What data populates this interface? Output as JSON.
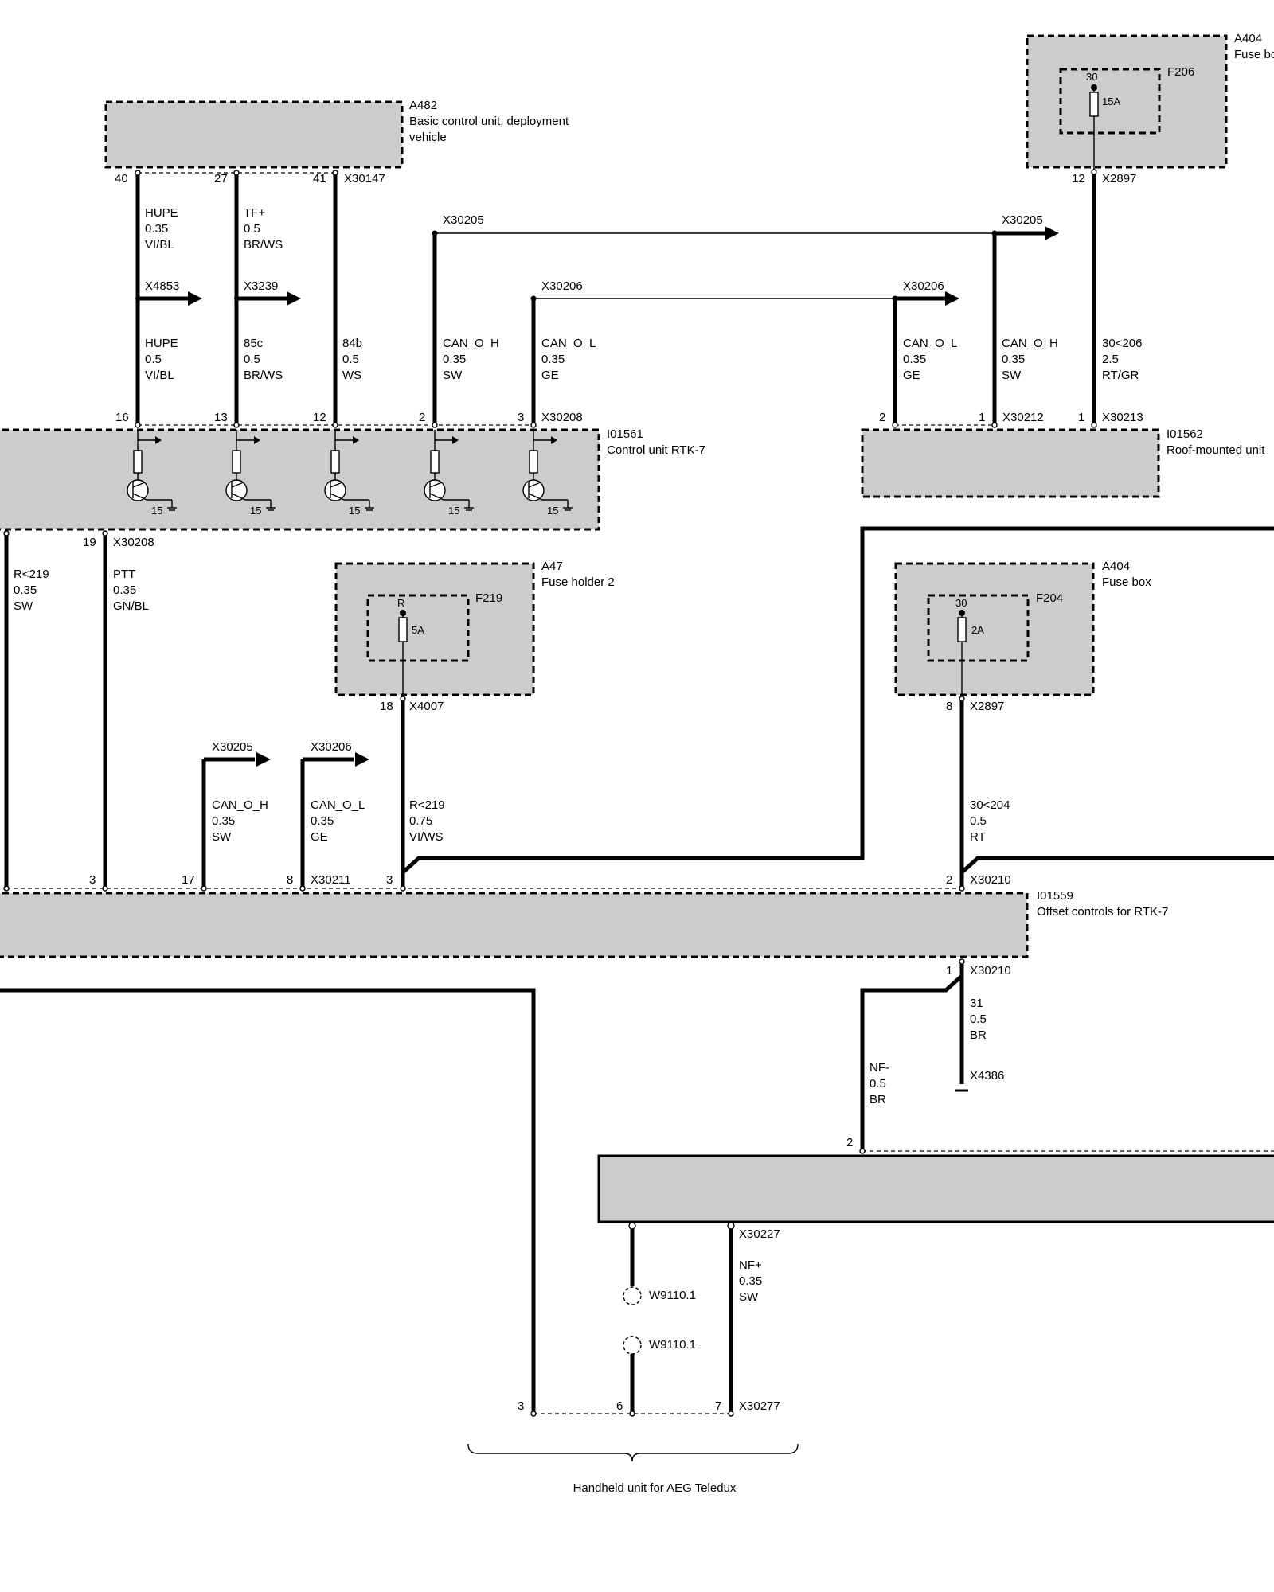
{
  "components": {
    "a482": {
      "id": "A482",
      "name_line1": "Basic control unit, deployment",
      "name_line2": "vehicle",
      "pins": [
        "40",
        "27",
        "41"
      ],
      "connector": "X30147"
    },
    "a404_top": {
      "id": "A404",
      "name": "Fuse bo",
      "fuse": "F206",
      "fuse_pin": "30",
      "rating": "15A",
      "pin": "12",
      "connector": "X2897"
    },
    "i01561": {
      "id": "I01561",
      "name": "Control unit RTK-7",
      "pins": [
        "16",
        "13",
        "12",
        "2",
        "3"
      ],
      "connector": "X30208",
      "bottom_pin": "19",
      "bottom_connector": "X30208",
      "transistor_label": "15"
    },
    "i01562": {
      "id": "I01562",
      "name": "Roof-mounted unit",
      "pins": [
        "2",
        "1",
        "1"
      ],
      "connector_a": "X30212",
      "connector_b": "X30213"
    },
    "a47": {
      "id": "A47",
      "name": "Fuse holder 2",
      "fuse": "F219",
      "fuse_pin": "R",
      "rating": "5A",
      "pin": "18",
      "connector": "X4007"
    },
    "a404_mid": {
      "id": "A404",
      "name": "Fuse box",
      "fuse": "F204",
      "fuse_pin": "30",
      "rating": "2A",
      "pin": "8",
      "connector": "X2897"
    },
    "i01559": {
      "id": "I01559",
      "name": "Offset controls for RTK-7",
      "pins_top": [
        "3",
        "17",
        "8",
        "3",
        "2"
      ],
      "connector_top_a": "X30211",
      "connector_top_b": "X30210",
      "pin_bottom": "1",
      "connector_bottom": "X30210"
    },
    "handheld": {
      "name": "Handheld unit for AEG Teledux",
      "pin_top": "2",
      "connector_top": "X30227",
      "pins_bottom": [
        "3",
        "6",
        "7"
      ],
      "connector_bottom": "X30277"
    }
  },
  "wires": {
    "hupe_top": [
      "HUPE",
      "0.35",
      "VI/BL"
    ],
    "tf_top": [
      "TF+",
      "0.5",
      "BR/WS"
    ],
    "hupe_bot": [
      "HUPE",
      "0.5",
      "VI/BL"
    ],
    "c85": [
      "85c",
      "0.5",
      "BR/WS"
    ],
    "c84": [
      "84b",
      "0.5",
      "WS"
    ],
    "canh_1": [
      "CAN_O_H",
      "0.35",
      "SW"
    ],
    "canl_1": [
      "CAN_O_L",
      "0.35",
      "GE"
    ],
    "canl_2": [
      "CAN_O_L",
      "0.35",
      "GE"
    ],
    "canh_2": [
      "CAN_O_H",
      "0.35",
      "SW"
    ],
    "w30_206": [
      "30<206",
      "2.5",
      "RT/GR"
    ],
    "r219_l": [
      "R<219",
      "0.35",
      "SW"
    ],
    "ptt": [
      "PTT",
      "0.35",
      "GN/BL"
    ],
    "canh_3": [
      "CAN_O_H",
      "0.35",
      "SW"
    ],
    "canl_3": [
      "CAN_O_L",
      "0.35",
      "GE"
    ],
    "r219_m": [
      "R<219",
      "0.75",
      "VI/WS"
    ],
    "w30_204": [
      "30<204",
      "0.5",
      "RT"
    ],
    "w31": [
      "31",
      "0.5",
      "BR"
    ],
    "nfm": [
      "NF-",
      "0.5",
      "BR"
    ],
    "nfp": [
      "NF+",
      "0.35",
      "SW"
    ]
  },
  "refs": {
    "x4853": "X4853",
    "x3239": "X3239",
    "x30205": "X30205",
    "x30206": "X30206",
    "x4386": "X4386",
    "w9110": "W9110.1"
  }
}
